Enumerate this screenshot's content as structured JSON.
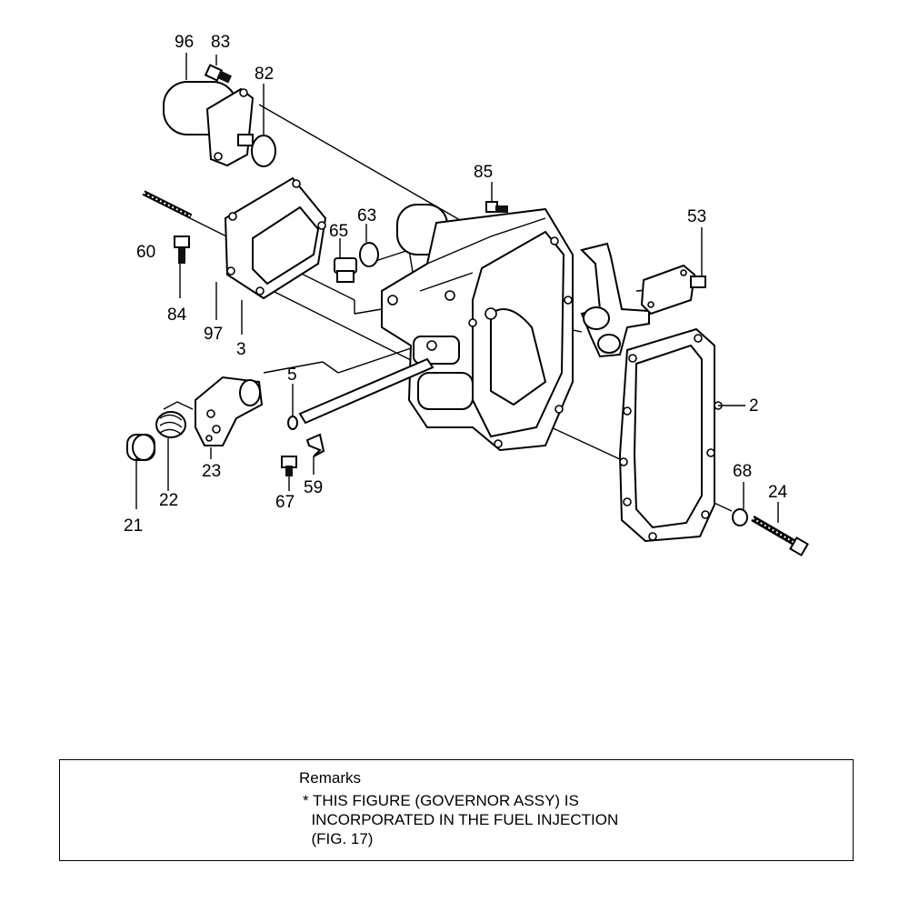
{
  "callouts": [
    "96",
    "83",
    "82",
    "85",
    "60",
    "84",
    "65",
    "63",
    "97",
    "3",
    "53",
    "5",
    "2",
    "21",
    "22",
    "23",
    "67",
    "59",
    "68",
    "24"
  ],
  "remarks": {
    "title": "Remarks",
    "lines": [
      "* THIS FIGURE (GOVERNOR ASSY) IS",
      "  INCORPORATED IN THE FUEL INJECTION",
      "  (FIG. 17)"
    ]
  }
}
